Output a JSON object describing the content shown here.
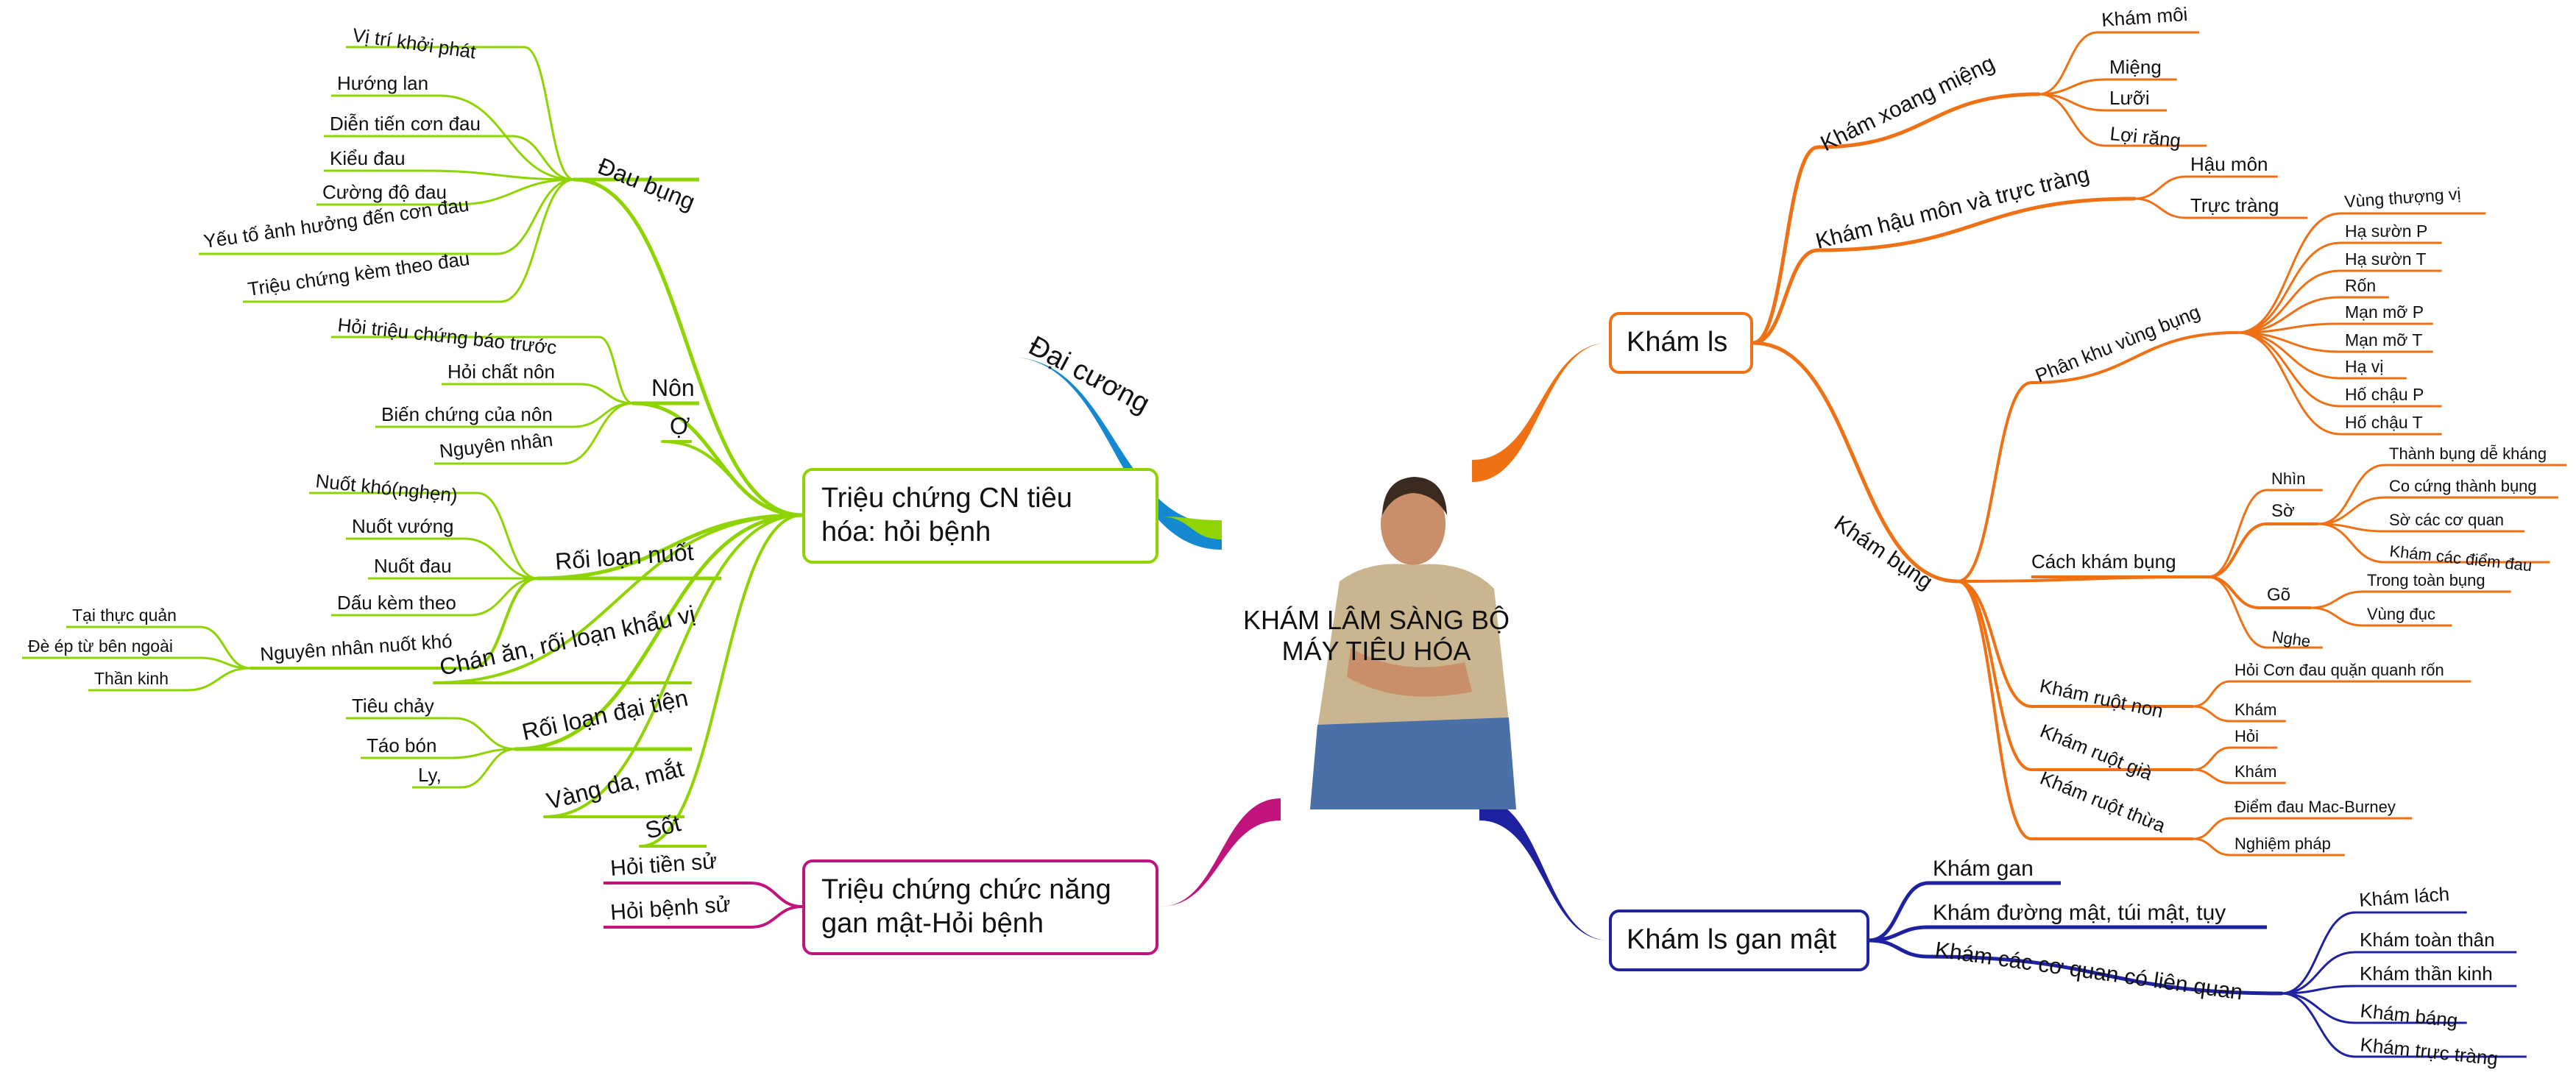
{
  "center": {
    "title_line1": "KHÁM LÂM SÀNG BỘ",
    "title_line2": "MÁY TIÊU HÓA"
  },
  "colors": {
    "green": "#8fd400",
    "orange": "#f07014",
    "blue_dark": "#1e22a0",
    "magenta": "#c0147c",
    "blue": "#1488d0"
  },
  "branches": {
    "dai_cuong": {
      "label": "Đại cương"
    },
    "trieu_chung_tieu_hoa": {
      "label_line1": "Triệu chứng CN tiêu",
      "label_line2": "hóa: hỏi bệnh",
      "dau_bung": {
        "label": "Đau bụng",
        "items": [
          "Vị trí khởi phát",
          "Hướng lan",
          "Diễn tiến cơn đau",
          "Kiểu đau",
          "Cường độ đau",
          "Yếu tố ảnh hưởng đến cơn đau",
          "Triệu chứng kèm theo đau"
        ]
      },
      "non": {
        "label": "Nôn",
        "items": [
          "Hỏi triệu chứng báo trước",
          "Hỏi chất nôn",
          "Biến chứng của nôn",
          "Nguyên nhân"
        ]
      },
      "o": {
        "label": "Ợ"
      },
      "roi_loan_nuot": {
        "label": "Rối loạn nuốt",
        "items": [
          "Nuốt khó(nghẹn)",
          "Nuốt vướng",
          "Nuốt đau",
          "Dấu kèm theo"
        ],
        "nguyen_nhan": {
          "label": "Nguyên nhân nuốt khó",
          "items": [
            "Tại thực quản",
            "Đè ép từ bên ngoài",
            "Thần kinh"
          ]
        }
      },
      "chan_an": {
        "label": "Chán ăn, rối loạn khẩu vị"
      },
      "roi_loan_dai_tien": {
        "label": "Rối loạn đại tiện",
        "items": [
          "Tiêu chảy",
          "Táo bón",
          "Ly,"
        ]
      },
      "vang_da": {
        "label": "Vàng da, mắt"
      },
      "sot": {
        "label": "Sốt"
      }
    },
    "trieu_chung_gan": {
      "label_line1": "Triệu chứng chức năng",
      "label_line2": "gan mật-Hỏi bệnh",
      "items": [
        "Hỏi tiền sử",
        "Hỏi bệnh sử"
      ]
    },
    "kham_ls": {
      "label": "Khám ls",
      "xoang_mieng": {
        "label": "Khám xoang miệng",
        "items": [
          "Khám môi",
          "Miệng",
          "Lưỡi",
          "Lợi răng"
        ]
      },
      "hau_mon": {
        "label": "Khám hậu môn và trực tràng",
        "items": [
          "Hậu môn",
          "Trực tràng"
        ]
      },
      "kham_bung": {
        "label": "Khám bụng",
        "phan_khu": {
          "label": "Phân khu vùng bụng",
          "items": [
            "Vùng thượng vị",
            "Hạ sườn P",
            "Hạ sườn T",
            "Rốn",
            "Mạn mỡ P",
            "Mạn mỡ T",
            "Hạ vị",
            "Hố chậu P",
            "Hố chậu T"
          ]
        },
        "cach_kham": {
          "label": "Cách khám bụng",
          "nhin": "Nhìn",
          "so": {
            "label": "Sờ",
            "items": [
              "Thành bụng dễ kháng",
              "Co cứng thành bụng",
              "Sờ các cơ quan",
              "Khám các điểm đau"
            ]
          },
          "go": {
            "label": "Gõ",
            "items": [
              "Trong toàn bụng",
              "Vùng đục"
            ]
          },
          "nghe": "Nghe"
        },
        "ruot_non": {
          "label": "Khám ruột non",
          "items": [
            "Hỏi Cơn đau quặn quanh rốn",
            "Khám"
          ]
        },
        "ruot_gia": {
          "label": "Khám ruột già",
          "items": [
            "Hỏi",
            "Khám"
          ]
        },
        "ruot_thua": {
          "label": "Khám ruột thừa",
          "items": [
            "Điểm đau Mac-Burney",
            "Nghiệm pháp"
          ]
        }
      }
    },
    "kham_gan_mat": {
      "label": "Khám ls gan mật",
      "kham_gan": "Khám gan",
      "duong_mat": "Khám đường mật, túi mật, tụy",
      "co_quan": {
        "label": "Khám các cơ quan có liên quan",
        "items": [
          "Khám lách",
          "Khám toàn thân",
          "Khám thần kinh",
          "Khám báng",
          "Khám trực tràng"
        ]
      }
    }
  }
}
